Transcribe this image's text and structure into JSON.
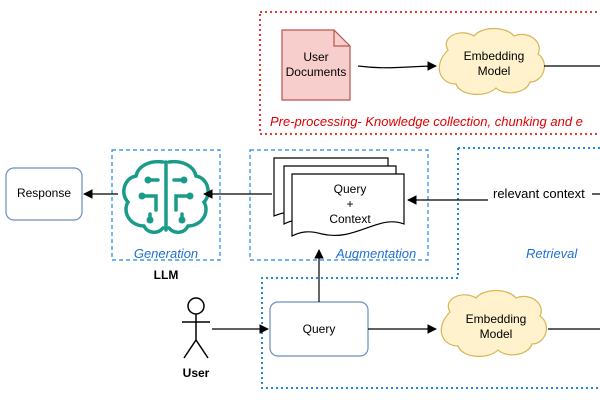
{
  "colors": {
    "red_dotted": "#e53935",
    "blue_dashed": "#1e88e5",
    "blue_dotted": "#1e88e5",
    "doc_fill": "#f8cecc",
    "doc_stroke": "#b85450",
    "cloud_fill": "#fff2cc",
    "cloud_stroke": "#d6b656",
    "box_stroke": "#6c8ebf",
    "llm_green": "#1a9b8a",
    "italic_blue": "#1e6fd9",
    "italic_red": "#e00000"
  },
  "preprocessing": {
    "user_documents_line1": "User",
    "user_documents_line2": "Documents",
    "embedding_line1": "Embedding",
    "embedding_line2": "Model",
    "caption": "Pre-processing- Knowledge collection, chunking and e"
  },
  "generation": {
    "response_label": "Response",
    "section_label": "Generation",
    "llm_label": "LLM",
    "llm_icon": "brain-circuit-icon"
  },
  "augmentation": {
    "query_label": "Query",
    "plus_label": "+",
    "context_label": "Context",
    "section_label": "Augmentation"
  },
  "retrieval": {
    "relevant_context": "relevant context",
    "section_label": "Retrieval"
  },
  "query_flow": {
    "user_label": "User",
    "user_icon": "stick-figure-icon",
    "query_label": "Query",
    "embedding_line1": "Embedding",
    "embedding_line2": "Model"
  }
}
